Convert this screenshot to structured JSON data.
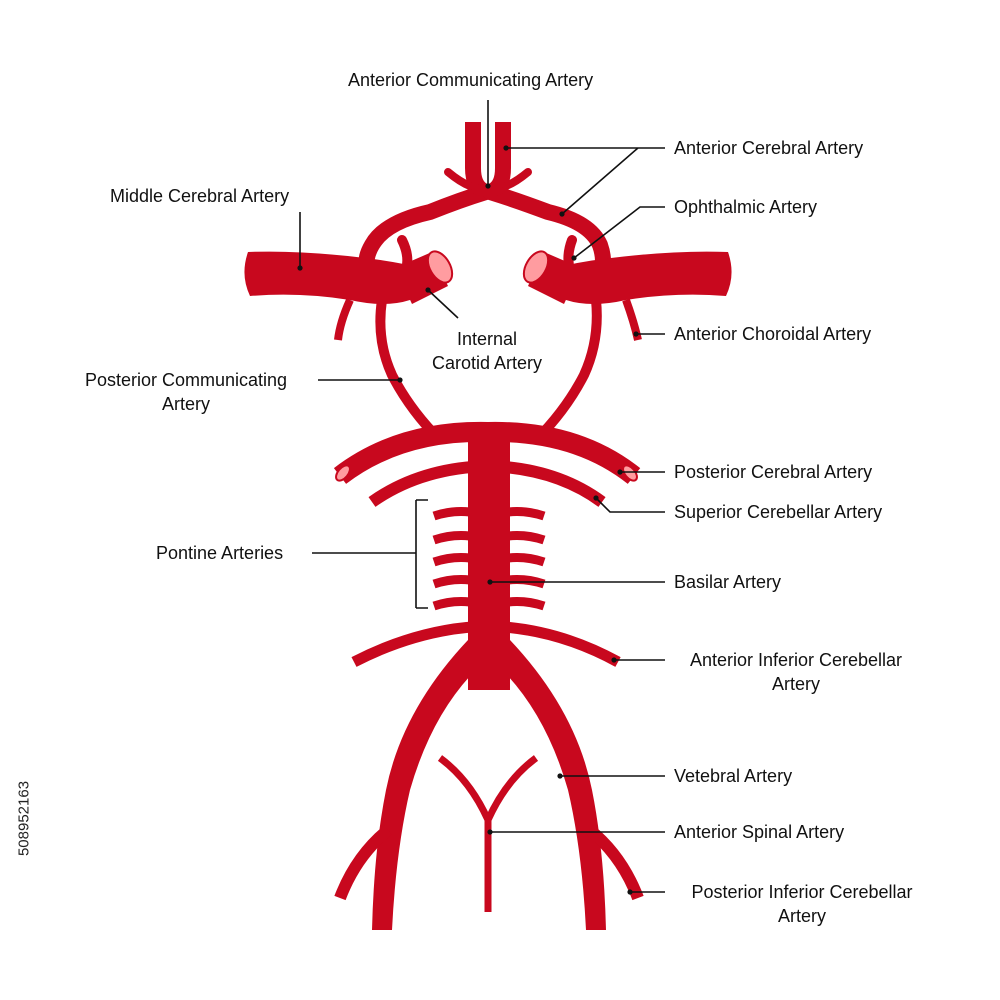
{
  "colors": {
    "artery": "#c8081e",
    "artery_lumen": "#ff9ca0",
    "leader": "#111111",
    "background": "#ffffff"
  },
  "labels": {
    "anterior_communicating": "Anterior Communicating Artery",
    "anterior_cerebral": "Anterior Cerebral Artery",
    "middle_cerebral": "Middle Cerebral Artery",
    "ophthalmic": "Ophthalmic Artery",
    "internal_carotid_1": "Internal",
    "internal_carotid_2": "Carotid Artery",
    "anterior_choroidal": "Anterior Choroidal Artery",
    "posterior_communicating_1": "Posterior Communicating",
    "posterior_communicating_2": "Artery",
    "posterior_cerebral": "Posterior Cerebral Artery",
    "superior_cerebellar": "Superior Cerebellar Artery",
    "pontine": "Pontine Arteries",
    "basilar": "Basilar Artery",
    "anterior_inferior_cerebellar_1": "Anterior Inferior Cerebellar",
    "anterior_inferior_cerebellar_2": "Artery",
    "vertebral": "Vetebral Artery",
    "anterior_spinal": "Anterior Spinal Artery",
    "posterior_inferior_cerebellar_1": "Posterior Inferior Cerebellar",
    "posterior_inferior_cerebellar_2": "Artery"
  },
  "side_id": "508952163"
}
